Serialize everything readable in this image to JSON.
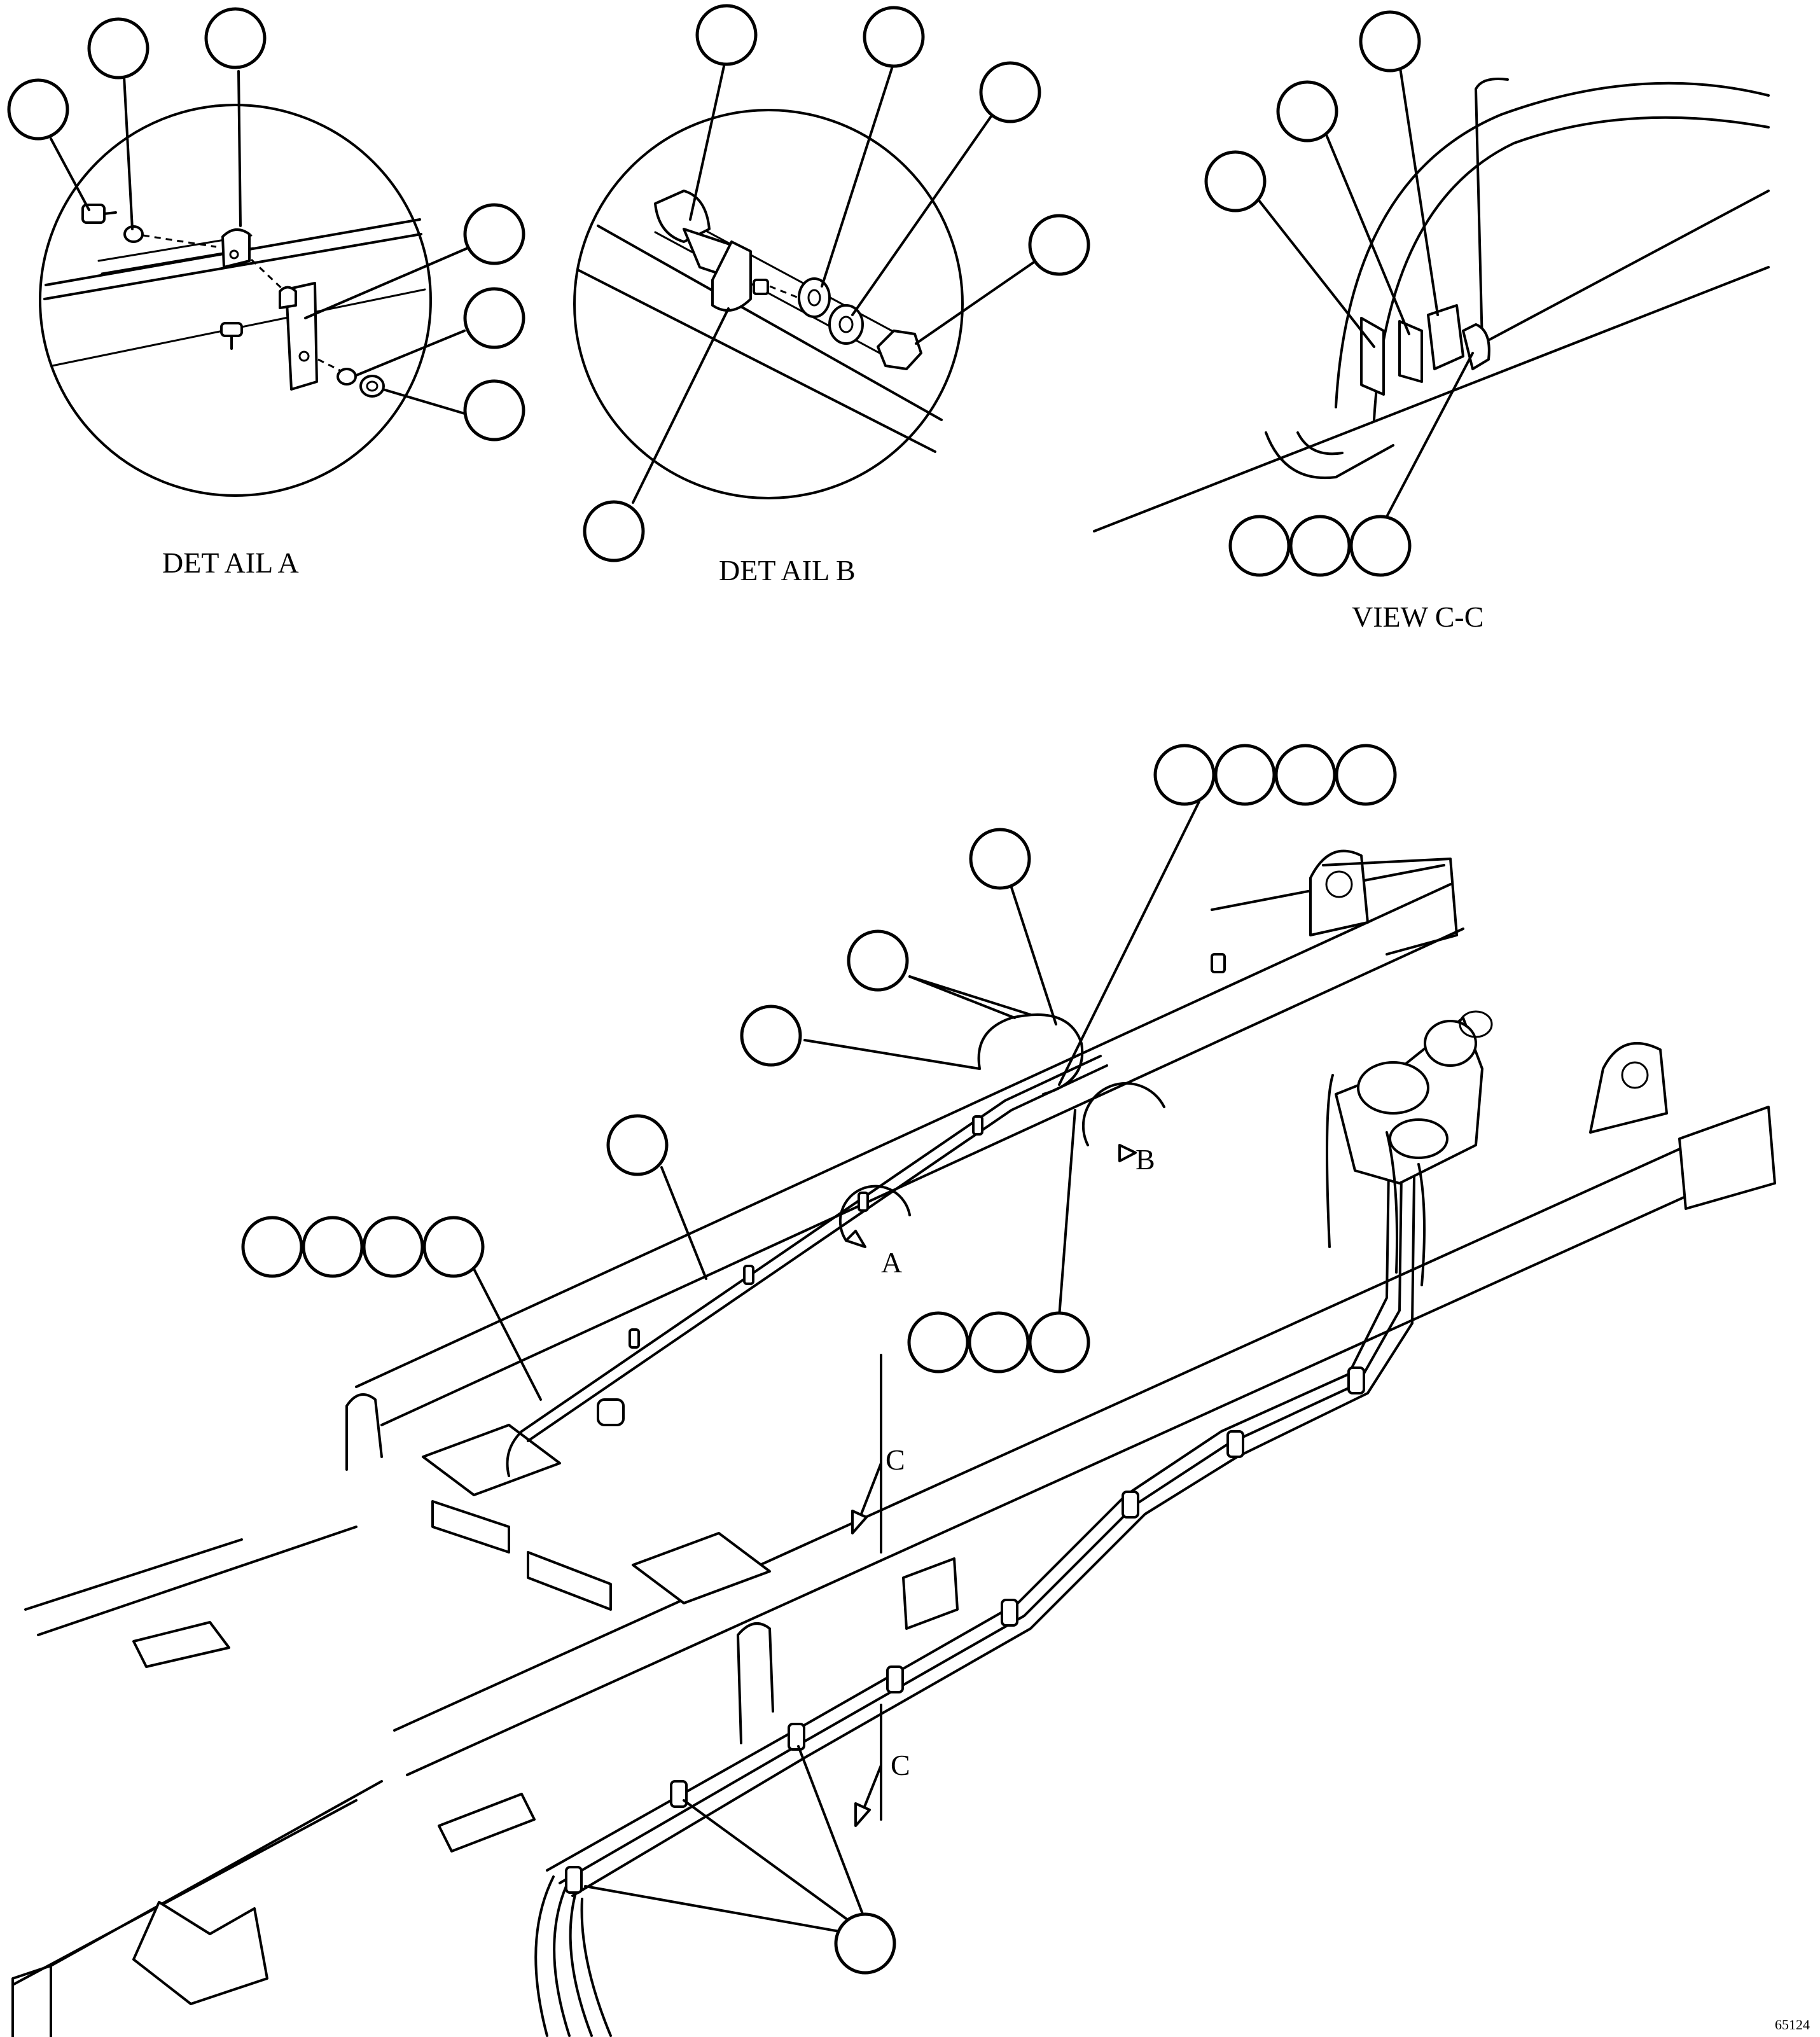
{
  "labels": {
    "detail_a": "DET AIL A",
    "detail_b": "DET AIL B",
    "view_c": "VIEW C-C",
    "marker_a": "A",
    "marker_b": "B",
    "section_c_top": "C",
    "section_c_bottom": "C",
    "drawing_number": "65124"
  }
}
